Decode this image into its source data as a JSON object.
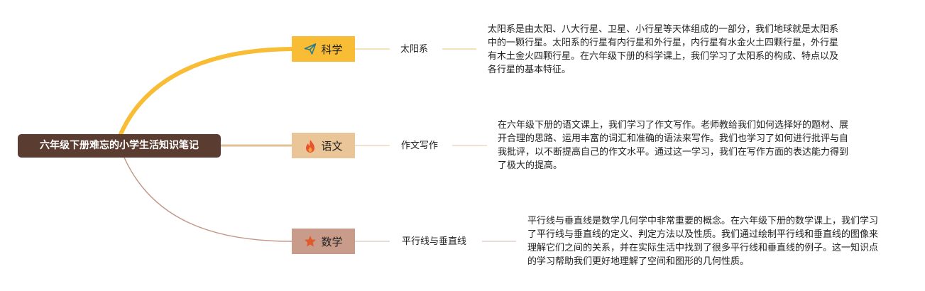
{
  "root": {
    "label": "六年级下册难忘的小学生活知识笔记",
    "color": "#5b3c31"
  },
  "branches": [
    {
      "label": "科学",
      "icon": "paper-plane-icon",
      "color": "#f8bd34",
      "line_color": "#f8bd34",
      "topic": "太阳系",
      "note": "太阳系是由太阳、八大行星、卫星、小行星等天体组成的一部分，我们地球就是太阳系中的一颗行星。太阳系的行星有内行星和外行星，内行星有水金火土四颗行星，外行星有木土金火四颗行星。在六年级下册的科学课上，我们学习了太阳系的构成、特点以及各行星的基本特征。"
    },
    {
      "label": "语文",
      "icon": "flame-icon",
      "color": "#eac597",
      "line_color": "#e2c195",
      "topic": "作文写作",
      "note": "在六年级下册的语文课上，我们学习了作文写作。老师教给我们如何选择好的题材、展开合理的思路、运用丰富的词汇和准确的语法来写作。我们也学习了如何进行批评与自我批评，以不断提高自己的作文水平。通过这一学习，我们在写作方面的表达能力得到了极大的提高。"
    },
    {
      "label": "数学",
      "icon": "star-icon",
      "color": "#c99b8a",
      "line_color": "#c1998a",
      "topic": "平行线与垂直线",
      "note": "平行线与垂直线是数学几何学中非常重要的概念。在六年级下册的数学课上，我们学习了平行线与垂直线的定义、判定方法以及性质。我们通过绘制平行线和垂直线的图像来理解它们之间的关系，并在实际生活中找到了很多平行线和垂直线的例子。这一知识点的学习帮助我们更好地理解了空间和图形的几何性质。"
    }
  ]
}
